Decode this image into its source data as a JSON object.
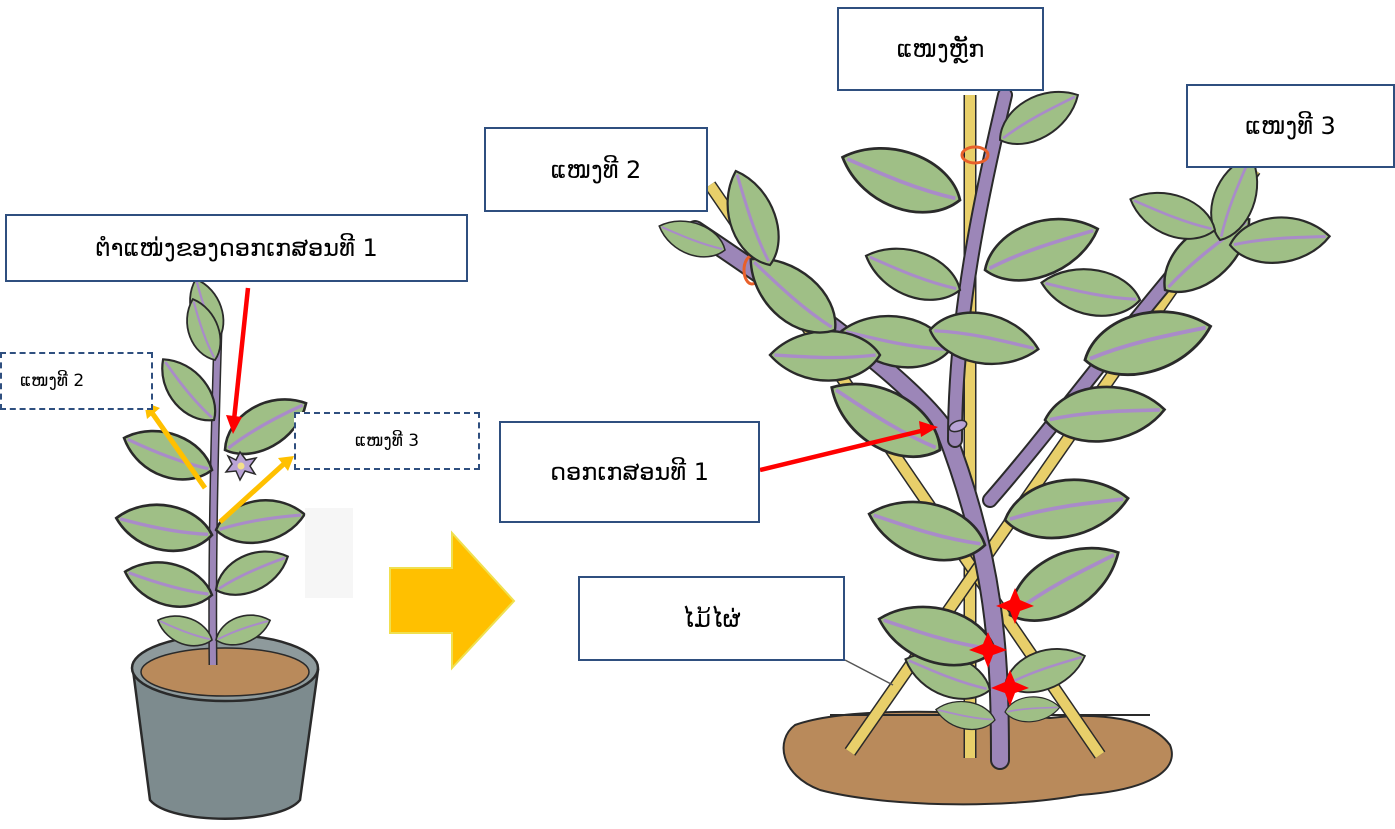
{
  "labels": {
    "first_flower_position": "ຕໍາແໜ່ງຂອງດອກເກສອນທີ 1",
    "small_branch_2": "ແໜງທີ 2",
    "small_branch_3": "ແໜງທີ 3",
    "main_branch": "ແໜງຫຼັກ",
    "big_branch_2": "ແໜງທີ 2",
    "big_branch_3": "ແໜງທີ 3",
    "first_flower": "ດອກເກສອນທີ 1",
    "bamboo_stake": "ໄມ້ໄຜ່"
  },
  "colors": {
    "leaf": "#9fbf86",
    "leaf_edge": "#2a2a2a",
    "stem": "#9c86b8",
    "pot": "#7d8b8e",
    "soil": "#b98a5b",
    "stake": "#e8cf6a",
    "tie": "#e8602a",
    "arrow_red": "#ff0000",
    "arrow_yellow": "#ffc000",
    "big_arrow": "#ffc000",
    "label_border": "#2f4f7f"
  }
}
